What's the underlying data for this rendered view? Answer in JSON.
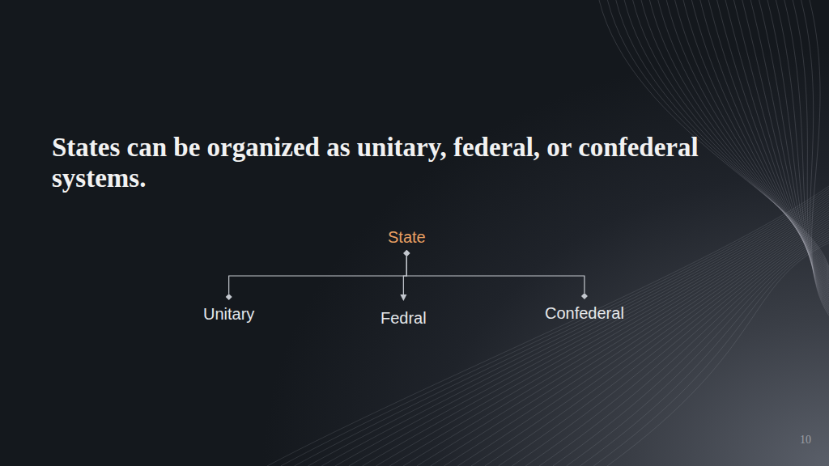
{
  "diagram": {
    "title": "States can be organized as unitary, federal, or confederal systems.",
    "nodes": [
      {
        "text": [
          "State"
        ]
      },
      {
        "text": [
          "Unitary"
        ]
      },
      {
        "text": [
          "Fedral"
        ]
      },
      {
        "text": [
          "Confederal"
        ]
      }
    ],
    "edges": [
      {
        "from": 0,
        "to": 1,
        "arrow": "none"
      },
      {
        "from": 0,
        "to": 2,
        "arrow": "to"
      },
      {
        "from": 0,
        "to": 3,
        "arrow": "none"
      }
    ],
    "labels": [
      "10"
    ]
  }
}
